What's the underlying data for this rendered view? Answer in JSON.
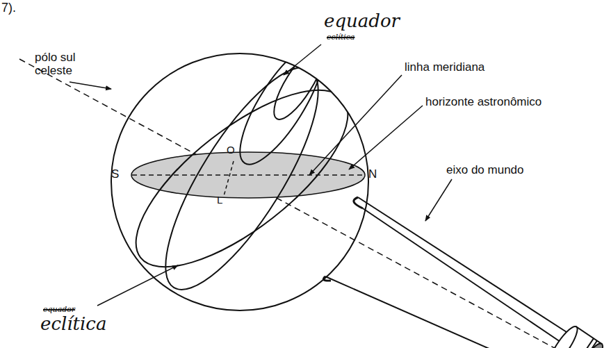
{
  "diagram": {
    "labels": [
      "7).",
      "equador",
      "eclítica",
      "pólo sul celeste",
      "linha meridiana",
      "horizonte astronômico",
      "S",
      "O",
      "N",
      "L",
      "eixo do mundo",
      "equador",
      "eclítica"
    ]
  }
}
